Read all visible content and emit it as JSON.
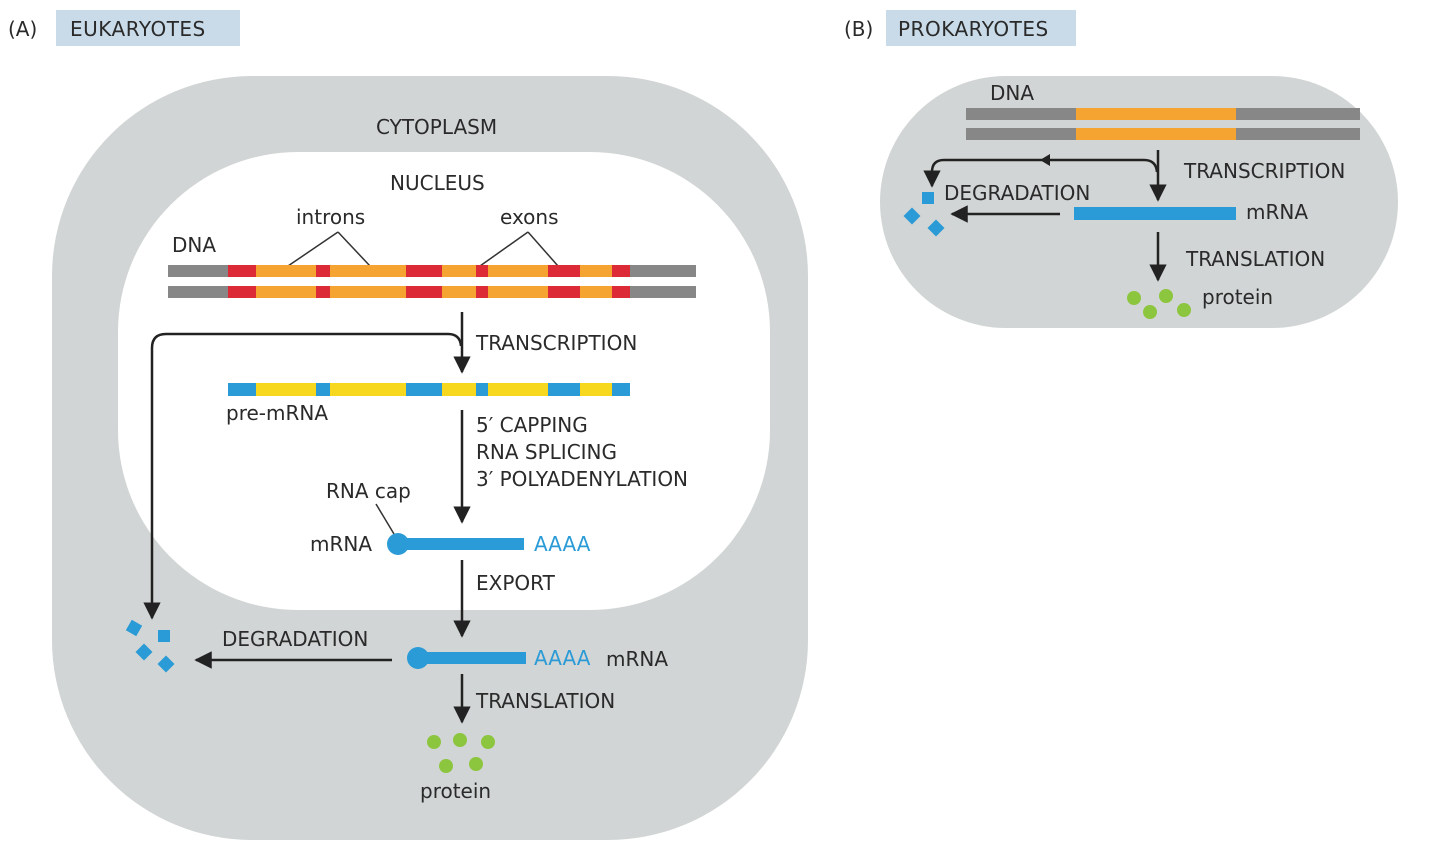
{
  "colors": {
    "cell_gray": "#d2d5d5",
    "nucleus_white": "#ffffff",
    "panel_tag_bg": "#c9dbe8",
    "dna_gray": "#878787",
    "exon_red": "#dc2a36",
    "intron_orange": "#f5a432",
    "mrna_blue": "#2a9bd6",
    "intron_yellow": "#f7d81e",
    "protein_green": "#8cc63f",
    "arrow": "#222222",
    "text": "#2a2a2a"
  },
  "panel_a": {
    "label": "(A)",
    "title": "EUKARYOTES",
    "cytoplasm": "CYTOPLASM",
    "nucleus": "NUCLEUS",
    "introns": "introns",
    "exons": "exons",
    "dna": "DNA",
    "transcription": "TRANSCRIPTION",
    "pre_mrna": "pre-mRNA",
    "processing": [
      "5′ CAPPING",
      "RNA SPLICING",
      "3′ POLYADENYLATION"
    ],
    "rna_cap": "RNA cap",
    "mrna_left": "mRNA",
    "poly_a_nucleus": "AAAA",
    "export": "EXPORT",
    "degradation": "DEGRADATION",
    "poly_a_cytoplasm": "AAAA",
    "mrna_right": "mRNA",
    "translation": "TRANSLATION",
    "protein": "protein"
  },
  "panel_b": {
    "label": "(B)",
    "title": "PROKARYOTES",
    "dna": "DNA",
    "transcription": "TRANSCRIPTION",
    "degradation": "DEGRADATION",
    "mrna": "mRNA",
    "translation": "TRANSLATION",
    "protein": "protein"
  }
}
